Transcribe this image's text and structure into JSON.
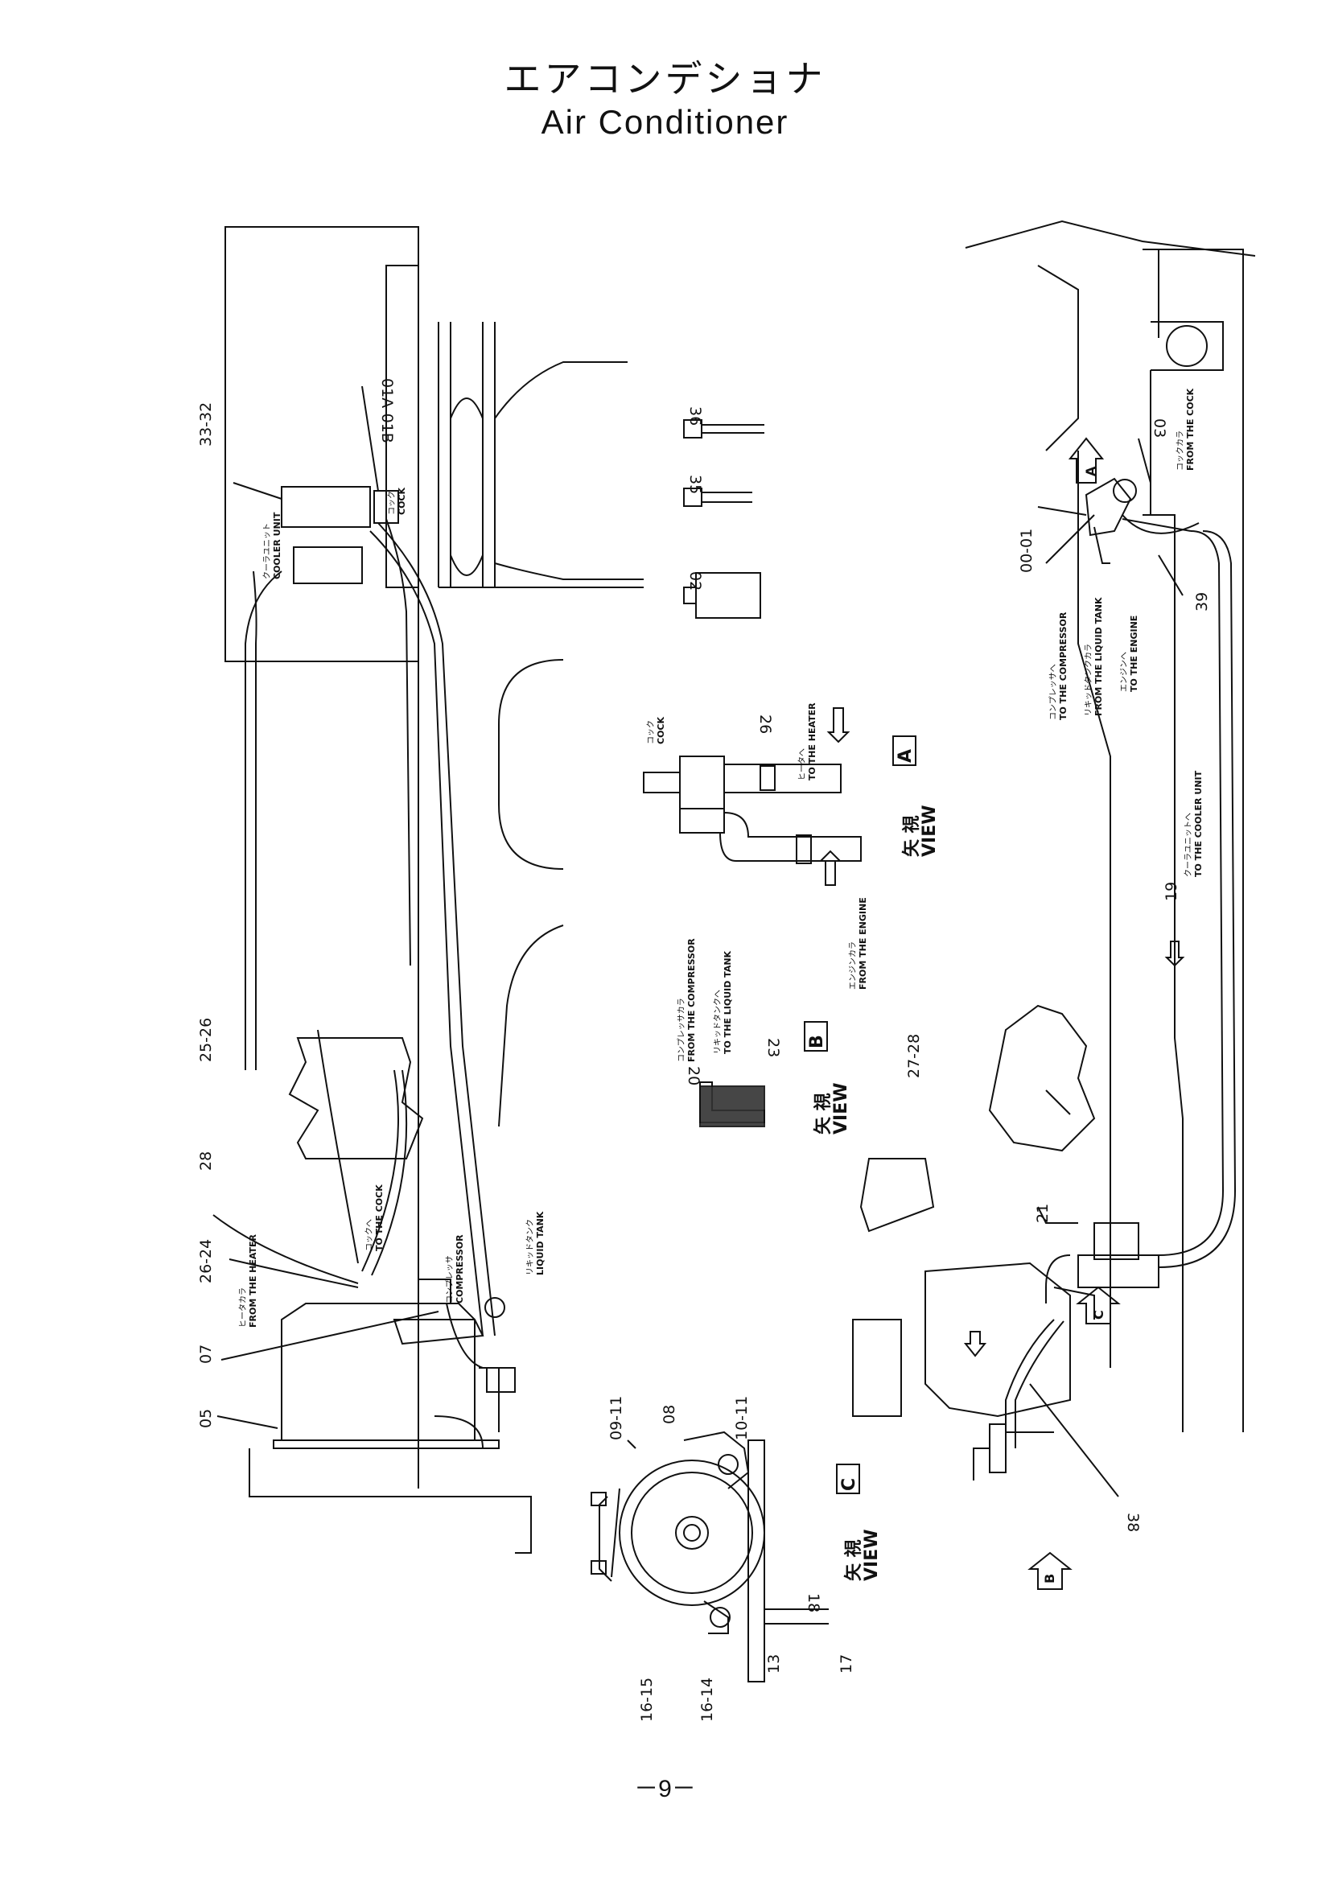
{
  "title": {
    "japanese": "エアコンデショナ",
    "english": "Air Conditioner"
  },
  "page_number": "－9－",
  "part_numbers": {
    "p36": "36",
    "p35": "35",
    "p02": "02",
    "p26": "26",
    "p20": "20",
    "p23": "23",
    "p0918": "01A-01B",
    "p3332": "33-32",
    "p2526": "25-26",
    "p28": "28",
    "p2624": "26-24",
    "p07": "07",
    "p05": "05",
    "p0911": "09-11",
    "p08": "08",
    "p1011": "10-11",
    "p1615": "16-15",
    "p1614": "16-14",
    "p13": "13",
    "p17": "17",
    "p18": "18",
    "p0001": "00-01",
    "p03": "03",
    "p39": "39",
    "p19": "19",
    "p2728": "27-28",
    "p21": "21",
    "p38": "38"
  },
  "views": {
    "a": {
      "jp": "矢 視",
      "en": "VIEW",
      "letter": "A"
    },
    "b": {
      "jp": "矢 視",
      "en": "VIEW",
      "letter": "B"
    },
    "c": {
      "jp": "矢 視",
      "en": "VIEW",
      "letter": "C"
    }
  },
  "arrow_letters": {
    "a": "A",
    "b": "B",
    "c": "C"
  },
  "labels": {
    "cooler_unit_jp": "クーラユニット",
    "cooler_unit_en": "COOLER UNIT",
    "cock_jp": "コック",
    "cock_en": "COCK",
    "to_the_cock_jp": "コックへ",
    "to_the_cock_en": "TO THE COCK",
    "compressor_jp": "コンプレッサ",
    "compressor_en": "COMPRESSOR",
    "liquid_tank_jp": "リキッドタンク",
    "liquid_tank_en": "LIQUID TANK",
    "from_heater_jp": "ヒータカラ",
    "from_heater_en": "FROM THE HEATER",
    "to_heater_jp": "ヒータへ",
    "to_heater_en": "TO THE HEATER",
    "from_engine_jp": "エンジンカラ",
    "from_engine_en": "FROM THE ENGINE",
    "from_compressor_jp": "コンプレッサカラ",
    "from_compressor_en": "FROM THE COMPRESSOR",
    "to_liquid_tank_jp": "リキッドタンクへ",
    "to_liquid_tank_en": "TO THE LIQUID TANK",
    "to_compressor_jp": "コンプレッサへ",
    "to_compressor_en": "TO THE COMPRESSOR",
    "from_liquid_tank_jp": "リキッドタンクカラ",
    "from_liquid_tank_en": "FROM THE LIQUID TANK",
    "to_engine_jp": "エンジンへ",
    "to_engine_en": "TO THE ENGINE",
    "from_cock_jp": "コックカラ",
    "from_cock_en": "FROM THE COCK",
    "to_cooler_jp": "クーラユニットへ",
    "to_cooler_en": "TO THE COOLER UNIT"
  }
}
